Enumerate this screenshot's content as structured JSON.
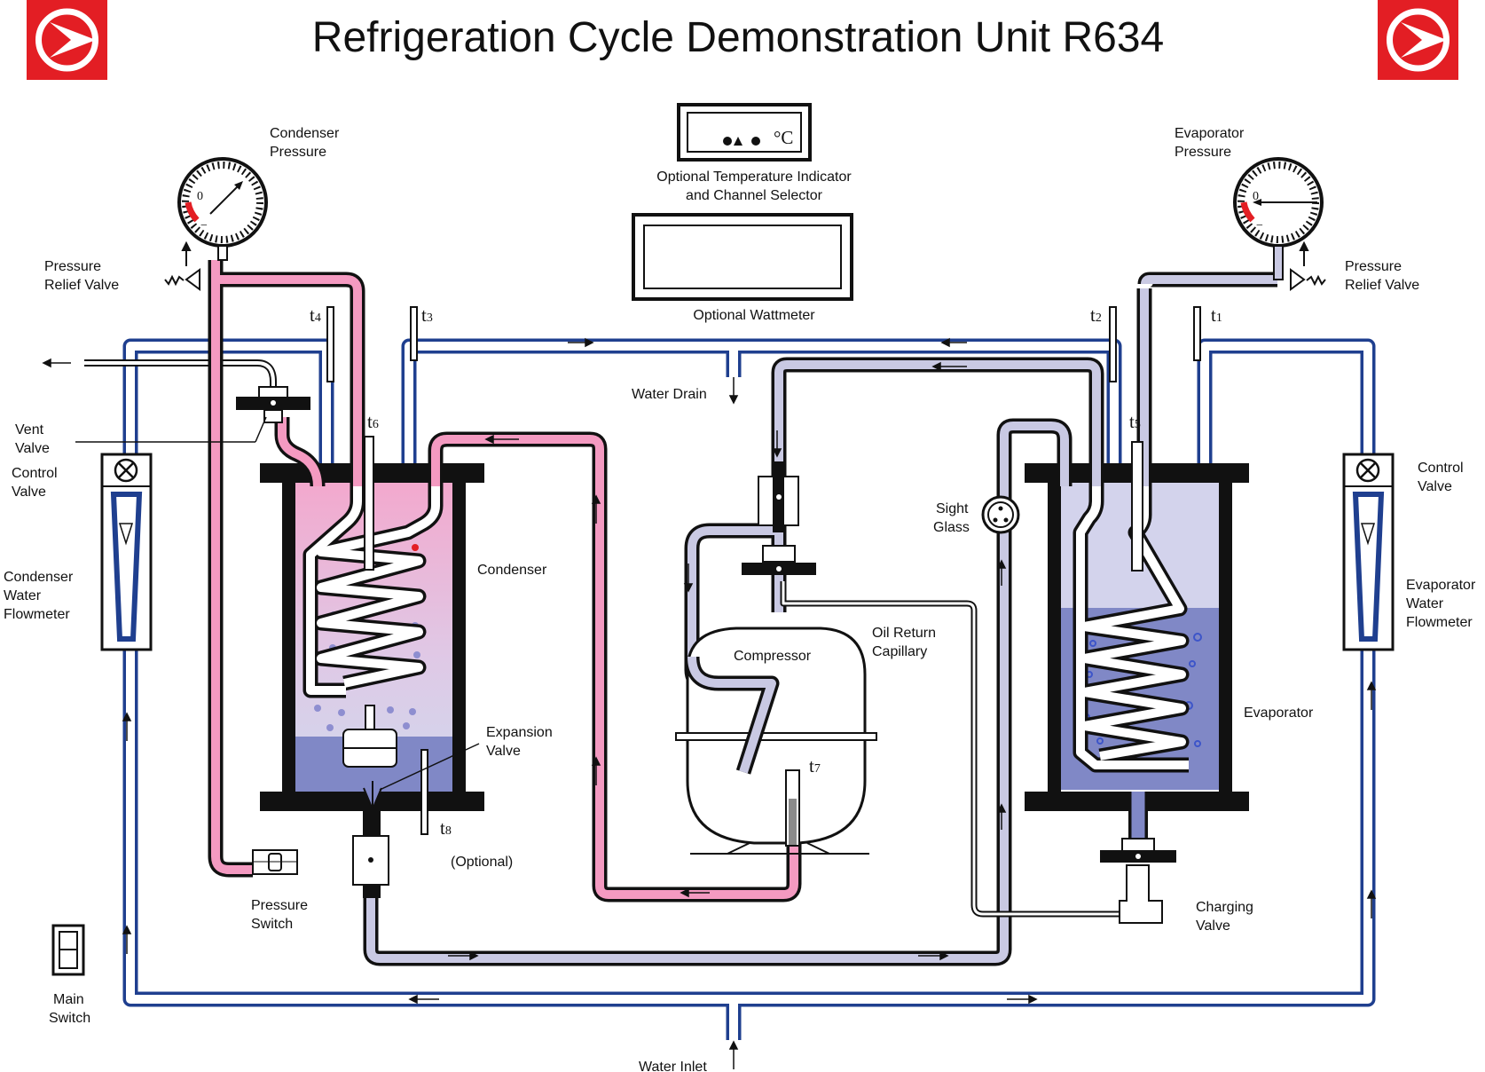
{
  "title": "Refrigeration Cycle Demonstration Unit R634",
  "labels": {
    "condenser_pressure": [
      "Condenser",
      "Pressure"
    ],
    "evaporator_pressure": [
      "Evaporator",
      "Pressure"
    ],
    "temp_indicator": [
      "Optional Temperature Indicator",
      "and Channel Selector"
    ],
    "temp_unit": "°C",
    "wattmeter": "Optional Wattmeter",
    "pressure_relief_left": [
      "Pressure",
      "Relief Valve"
    ],
    "pressure_relief_right": [
      "Pressure",
      "Relief Valve"
    ],
    "vent_valve": [
      "Vent",
      "Valve"
    ],
    "control_valve_left": [
      "Control",
      "Valve"
    ],
    "control_valve_right": [
      "Control",
      "Valve"
    ],
    "condenser_flowmeter": [
      "Condenser",
      "Water",
      "Flowmeter"
    ],
    "evaporator_flowmeter": [
      "Evaporator",
      "Water",
      "Flowmeter"
    ],
    "condenser": "Condenser",
    "evaporator": "Evaporator",
    "compressor": "Compressor",
    "oil_return": [
      "Oil Return",
      "Capillary"
    ],
    "sight_glass": [
      "Sight",
      "Glass"
    ],
    "expansion_valve": [
      "Expansion",
      "Valve"
    ],
    "optional": "(Optional)",
    "pressure_switch": [
      "Pressure",
      "Switch"
    ],
    "charging_valve": [
      "Charging",
      "Valve"
    ],
    "main_switch": [
      "Main",
      "Switch"
    ],
    "water_drain": "Water Drain",
    "water_inlet": "Water Inlet",
    "gauge_zero": "0",
    "gauge_minus": "−"
  },
  "sensors": [
    {
      "t": "t",
      "n": "1"
    },
    {
      "t": "t",
      "n": "2"
    },
    {
      "t": "t",
      "n": "3"
    },
    {
      "t": "t",
      "n": "4"
    },
    {
      "t": "t",
      "n": "5"
    },
    {
      "t": "t",
      "n": "6"
    },
    {
      "t": "t",
      "n": "7"
    },
    {
      "t": "t",
      "n": "8"
    }
  ],
  "colors": {
    "hot_refrigerant": "#f49ac1",
    "cold_refrigerant": "#c9c9e3",
    "water_line": "#1f3f8f",
    "evaporator_liquid": "#8088c6",
    "brand_red": "#e31e24"
  }
}
